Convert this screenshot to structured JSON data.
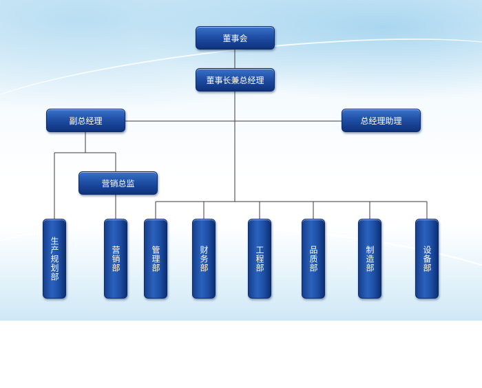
{
  "nodes": {
    "board": "董事会",
    "chairman": "董事长兼总经理",
    "vice_gm": "副总经理",
    "gm_assistant": "总经理助理",
    "sales_director": "营销总监"
  },
  "departments": [
    {
      "label": "生产规划部"
    },
    {
      "label": "营销部"
    },
    {
      "label": "管理部"
    },
    {
      "label": "财务部"
    },
    {
      "label": "工程部"
    },
    {
      "label": "品质部"
    },
    {
      "label": "制造部"
    },
    {
      "label": "设备部"
    }
  ],
  "colors": {
    "node_top": "#3b73c7",
    "node_bottom": "#0f327c",
    "connector": "#3a3a3a"
  }
}
